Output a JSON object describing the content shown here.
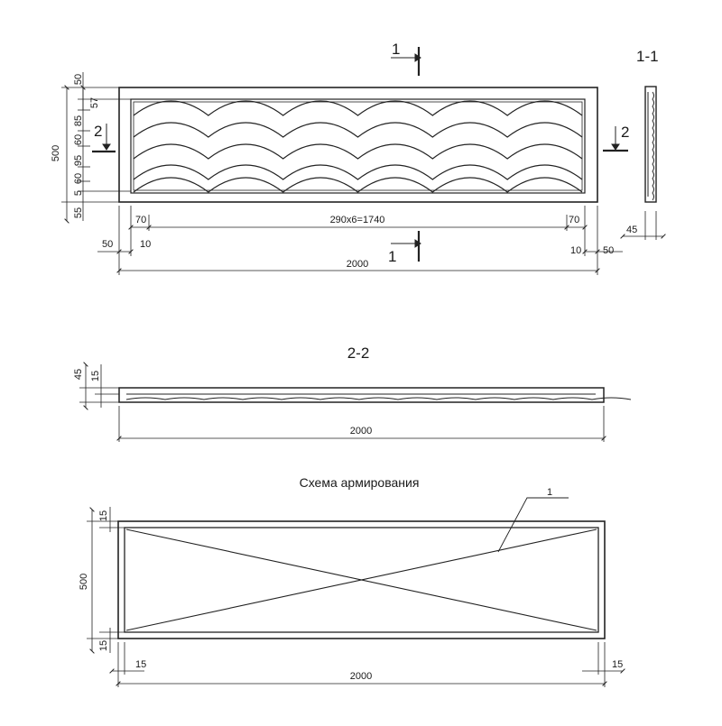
{
  "view_top": {
    "section_label": "1-1",
    "cut_1": "1",
    "cut_2": "2",
    "height_total": "500",
    "vdims": [
      "50",
      "57",
      "85",
      "60",
      "95",
      "60",
      "5",
      "55"
    ],
    "lower_left": "70",
    "lower_mid": "290x6=1740",
    "lower_right": "70",
    "offset_left_50": "50",
    "offset_left_10": "10",
    "offset_right_10": "10",
    "offset_right_50": "50",
    "width_total": "2000",
    "profile_45": "45"
  },
  "view_section": {
    "title": "2-2",
    "thk_45": "45",
    "thk_15": "15",
    "width_total": "2000"
  },
  "view_rebar": {
    "title": "Схема армирования",
    "leader_num": "1",
    "top_15": "15",
    "height_total": "500",
    "bottom_15": "15",
    "left_15": "15",
    "right_15": "15",
    "width_total": "2000"
  }
}
